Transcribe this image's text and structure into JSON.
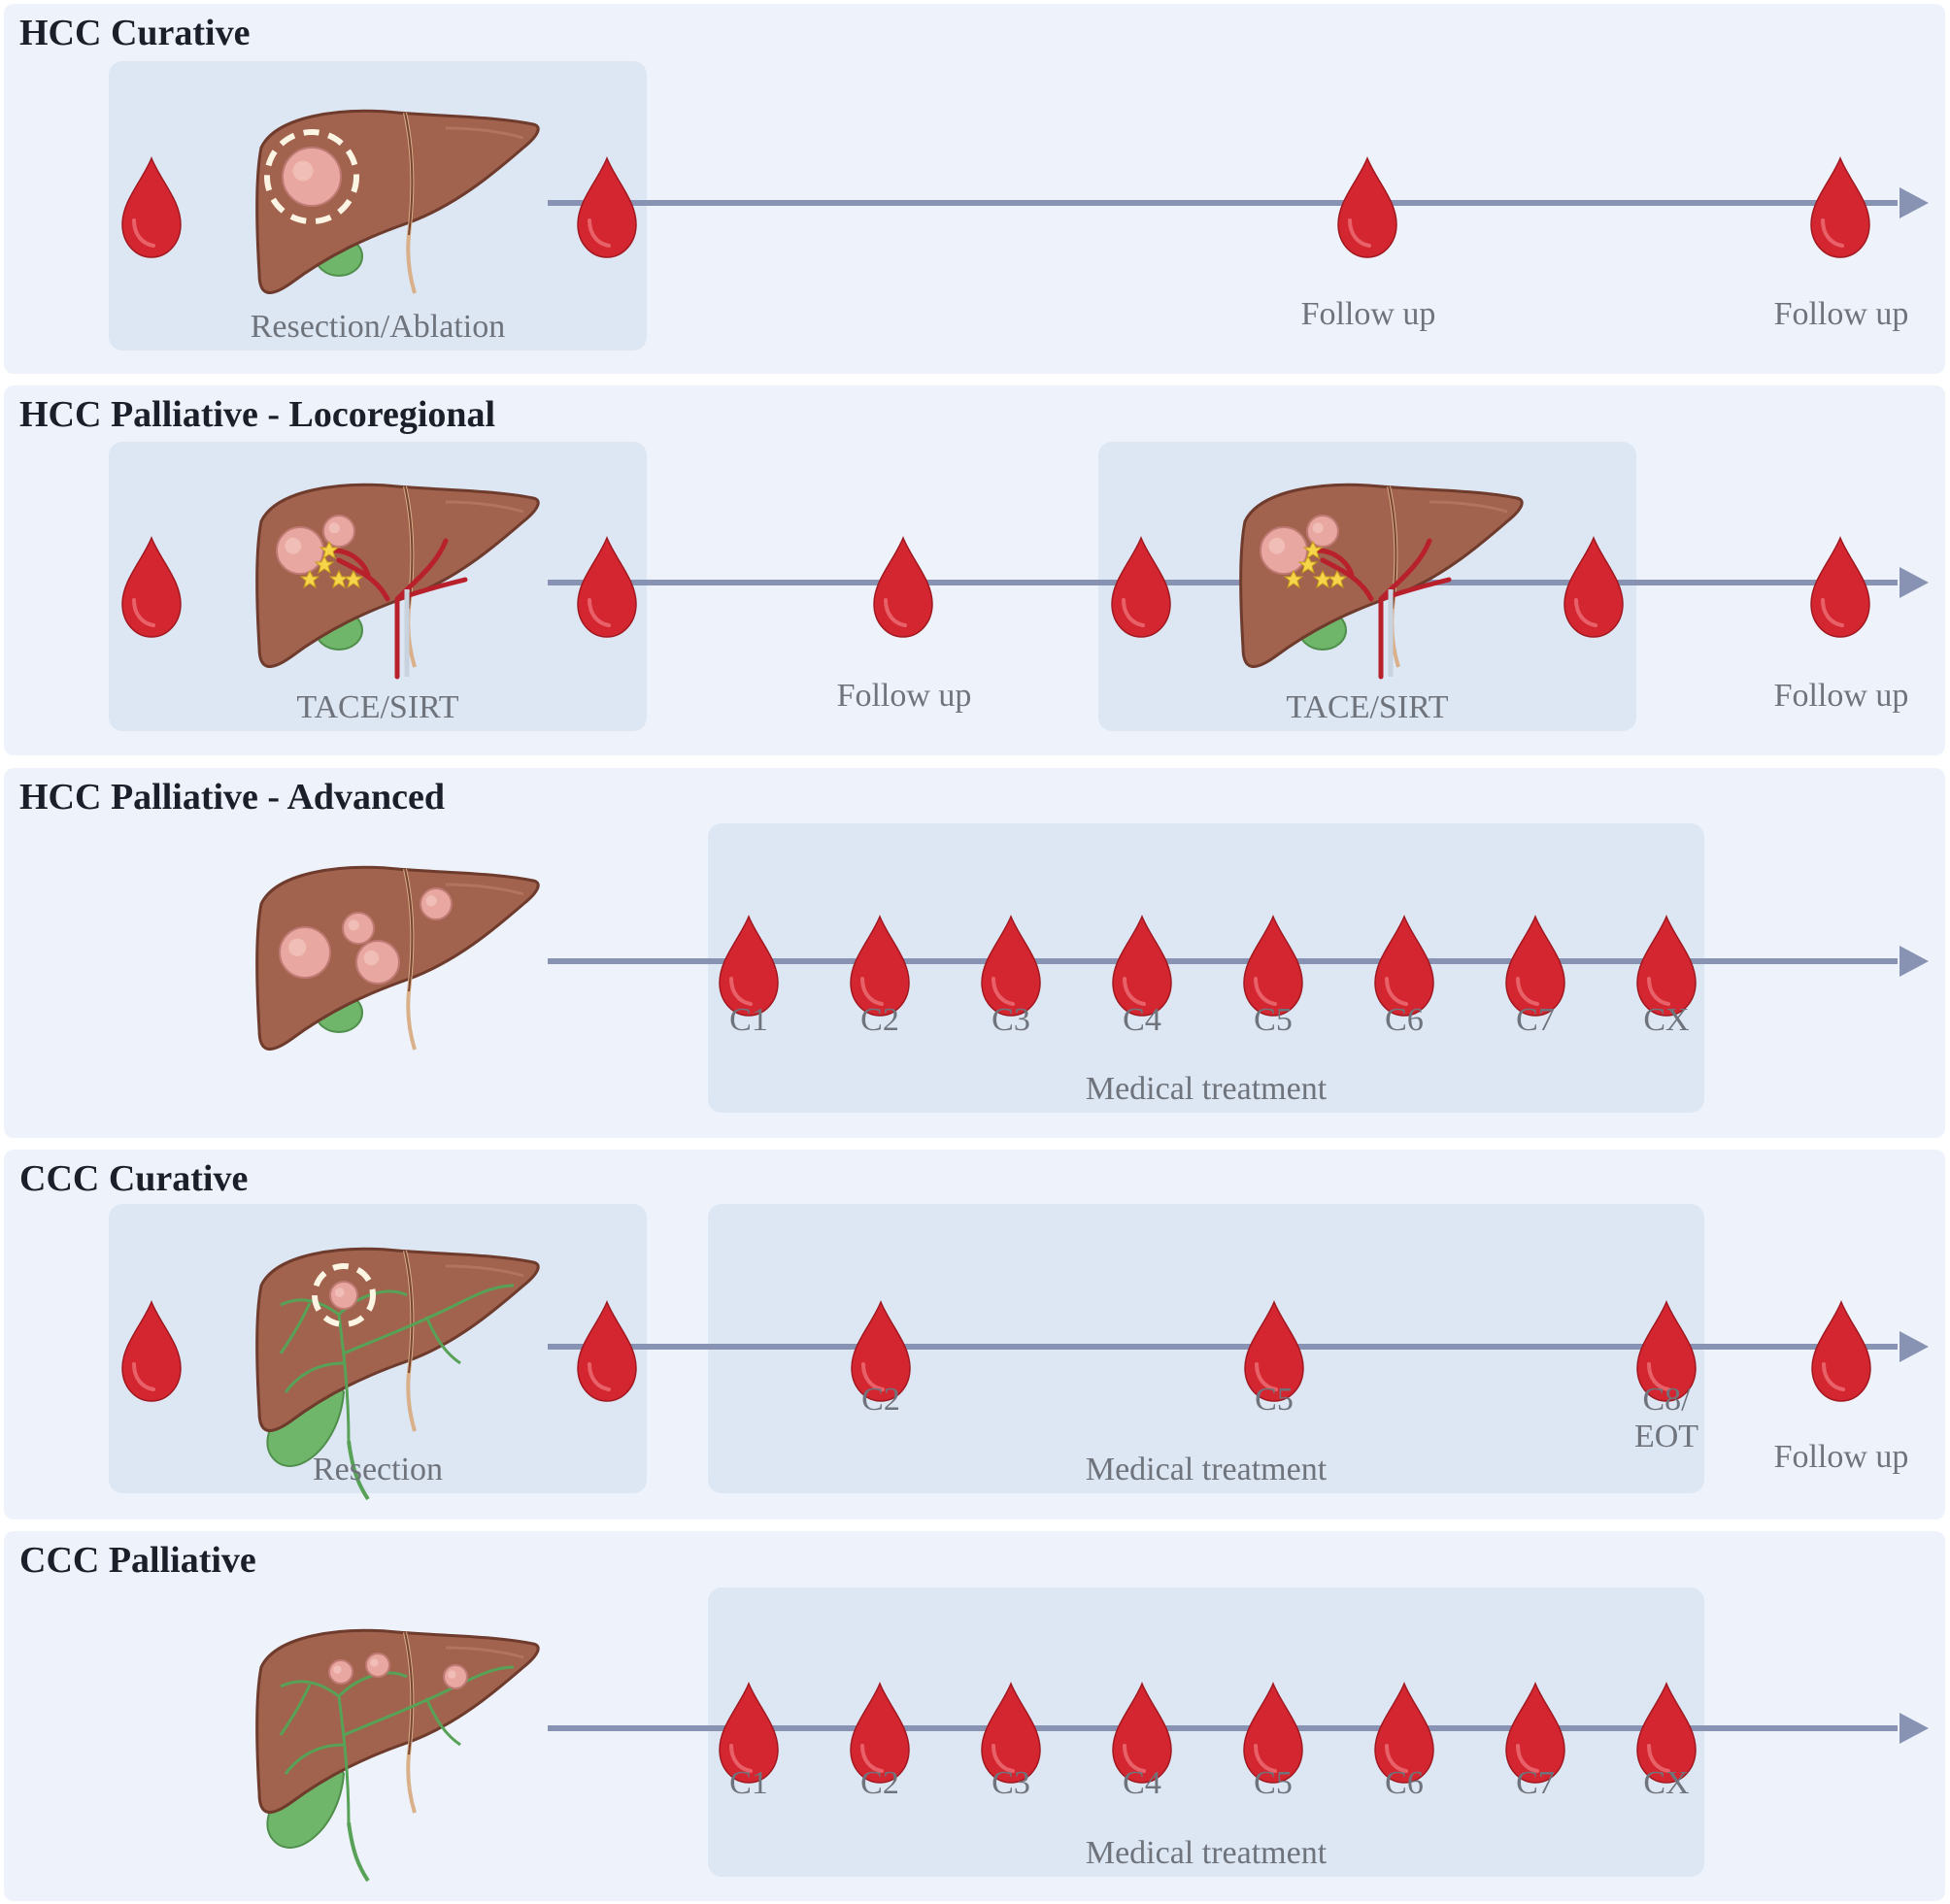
{
  "rows": [
    {
      "title": "HCC Curative",
      "liver": "curative-hcc",
      "boxes": [
        {
          "label": "Resection/Ablation"
        }
      ],
      "drops": [
        {
          "label": ""
        },
        {
          "label": ""
        },
        {
          "label": ""
        },
        {
          "label": ""
        }
      ],
      "freeLabels": [
        "Follow up",
        "Follow up"
      ]
    },
    {
      "title": "HCC Palliative - Locoregional",
      "liver": "tace",
      "boxes": [
        {
          "label": "TACE/SIRT"
        },
        {
          "label": "TACE/SIRT"
        }
      ],
      "drops": [
        {
          "label": ""
        },
        {
          "label": ""
        },
        {
          "label": ""
        },
        {
          "label": ""
        },
        {
          "label": ""
        },
        {
          "label": ""
        }
      ],
      "freeLabels": [
        "Follow up",
        "Follow up"
      ]
    },
    {
      "title": "HCC Palliative - Advanced",
      "liver": "advanced-hcc",
      "boxes": [
        {
          "label": "Medical treatment"
        }
      ],
      "drops": [
        {
          "label": "C1"
        },
        {
          "label": "C2"
        },
        {
          "label": "C3"
        },
        {
          "label": "C4"
        },
        {
          "label": "C5"
        },
        {
          "label": "C6"
        },
        {
          "label": "C7"
        },
        {
          "label": "CX"
        }
      ],
      "freeLabels": []
    },
    {
      "title": "CCC Curative",
      "liver": "curative-ccc",
      "boxes": [
        {
          "label": "Resection"
        },
        {
          "label": "Medical treatment"
        }
      ],
      "drops": [
        {
          "label": ""
        },
        {
          "label": ""
        },
        {
          "label": "C2"
        },
        {
          "label": "C5"
        },
        {
          "label": "C8/"
        },
        {
          "label": ""
        }
      ],
      "extraLabels": [
        "EOT"
      ],
      "freeLabels": [
        "Follow up"
      ]
    },
    {
      "title": "CCC Palliative",
      "liver": "palliative-ccc",
      "boxes": [
        {
          "label": "Medical treatment"
        }
      ],
      "drops": [
        {
          "label": "C1"
        },
        {
          "label": "C2"
        },
        {
          "label": "C3"
        },
        {
          "label": "C4"
        },
        {
          "label": "C5"
        },
        {
          "label": "C6"
        },
        {
          "label": "C7"
        },
        {
          "label": "CX"
        }
      ],
      "freeLabels": []
    }
  ],
  "colors": {
    "panel": "#eef3fb",
    "box": "#dde6f3",
    "axis": "#8893b4",
    "drop": "#d42630",
    "liver": "#a1624e",
    "tumor": "#e8a7a0",
    "gallbladder": "#6fb56a",
    "vessel": "#b8212b"
  }
}
